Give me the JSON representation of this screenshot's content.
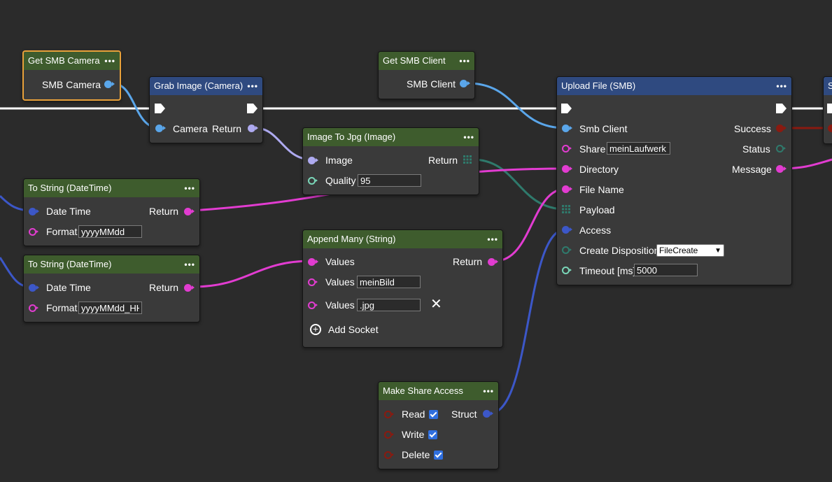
{
  "colors": {
    "blue_light": "#5aa6ea",
    "blue_dark": "#3c57c8",
    "lavender": "#aeaaf0",
    "magenta": "#e23cd1",
    "teal": "#2f7a6c",
    "mint": "#7ad6b8",
    "red": "#8a1a10",
    "exec": "#ffffff"
  },
  "nodes": {
    "get_camera": {
      "title": "Get SMB Camera",
      "out_label": "SMB Camera"
    },
    "grab_image": {
      "title": "Grab Image (Camera)",
      "in_label": "Camera",
      "out_label": "Return"
    },
    "get_client": {
      "title": "Get SMB Client",
      "out_label": "SMB Client"
    },
    "jpg": {
      "title": "Image To Jpg (Image)",
      "image_label": "Image",
      "quality_label": "Quality",
      "quality_value": "95",
      "out_label": "Return"
    },
    "upload": {
      "title": "Upload File (SMB)",
      "smb_client_label": "Smb Client",
      "share_label": "Share",
      "share_value": "meinLaufwerk",
      "directory_label": "Directory",
      "file_name_label": "File Name",
      "payload_label": "Payload",
      "access_label": "Access",
      "disposition_label": "Create Disposition",
      "disposition_value": "FileCreate",
      "timeout_label": "Timeout [ms]",
      "timeout_value": "5000",
      "success_label": "Success",
      "status_label": "Status",
      "message_label": "Message"
    },
    "tostr1": {
      "title": "To String (DateTime)",
      "dt_label": "Date Time",
      "format_label": "Format",
      "format_value": "yyyyMMdd",
      "out_label": "Return"
    },
    "tostr2": {
      "title": "To String (DateTime)",
      "dt_label": "Date Time",
      "format_label": "Format",
      "format_value": "yyyyMMdd_HHmmss",
      "out_label": "Return"
    },
    "append": {
      "title": "Append Many (String)",
      "values_label": "Values",
      "value2": "meinBild",
      "value3": ".jpg",
      "out_label": "Return",
      "add_socket_label": "Add Socket"
    },
    "share_access": {
      "title": "Make Share Access",
      "read_label": "Read",
      "write_label": "Write",
      "delete_label": "Delete",
      "out_label": "Struct"
    },
    "partial": {
      "title": "S"
    }
  }
}
